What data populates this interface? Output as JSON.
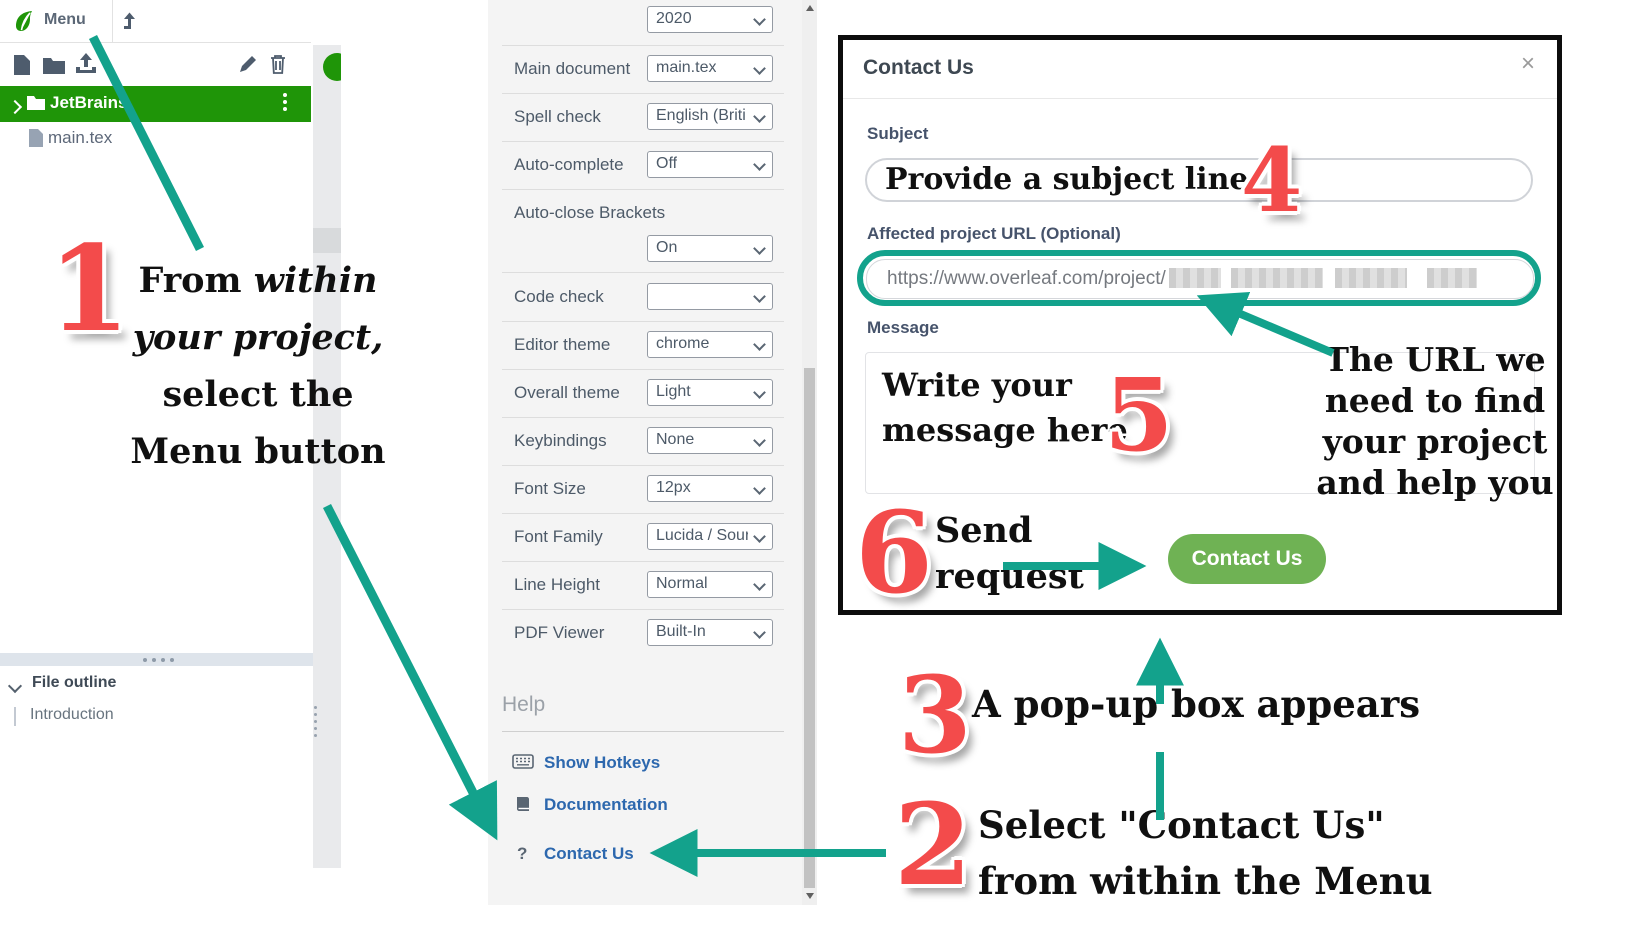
{
  "colors": {
    "accent_teal": "#13a28c",
    "accent_red": "#f34b4b",
    "overleaf_green": "#1f9508",
    "button_green": "#6fb254",
    "link_blue": "#2d68ae"
  },
  "editor": {
    "menu_label": "Menu",
    "tree": {
      "folder_label": "JetBrains",
      "file_label": "main.tex"
    },
    "outline": {
      "title": "File outline",
      "item": "Introduction"
    }
  },
  "settings": {
    "rows": [
      {
        "label": "",
        "value": "2020"
      },
      {
        "label": "Main document",
        "value": "main.tex"
      },
      {
        "label": "Spell check",
        "value": "English (Briti"
      },
      {
        "label": "Auto-complete",
        "value": "Off"
      },
      {
        "label": "Auto-close Brackets",
        "value": "On"
      },
      {
        "label": "Code check",
        "value": ""
      },
      {
        "label": "Editor theme",
        "value": "chrome"
      },
      {
        "label": "Overall theme",
        "value": "Light"
      },
      {
        "label": "Keybindings",
        "value": "None"
      },
      {
        "label": "Font Size",
        "value": "12px"
      },
      {
        "label": "Font Family",
        "value": "Lucida / Sour"
      },
      {
        "label": "Line Height",
        "value": "Normal"
      },
      {
        "label": "PDF Viewer",
        "value": "Built-In"
      }
    ],
    "help": {
      "title": "Help",
      "links": [
        {
          "icon": "keyboard-icon",
          "label": "Show Hotkeys"
        },
        {
          "icon": "book-icon",
          "label": "Documentation"
        },
        {
          "icon": "question-icon",
          "label": "Contact Us"
        }
      ],
      "question_glyph": "?"
    }
  },
  "modal": {
    "title": "Contact Us",
    "close_glyph": "×",
    "subject_label": "Subject",
    "url_label": "Affected project URL (Optional)",
    "url_value": "https://www.overleaf.com/project/",
    "message_label": "Message",
    "submit_label": "Contact Us"
  },
  "annotations": {
    "step1": {
      "num": "1",
      "line1_pre": "From ",
      "line1_italic": "within",
      "line2_italic": "your project,",
      "line3": "select the",
      "line4": "Menu button"
    },
    "step2": {
      "num": "2",
      "line1": "Select \"Contact Us\"",
      "line2": "from within the Menu"
    },
    "step3": {
      "num": "3",
      "text": "A pop-up box appears"
    },
    "step4": {
      "num": "4",
      "text": "Provide a subject line"
    },
    "step5": {
      "num": "5",
      "line1": "Write your",
      "line2": "message here"
    },
    "step6": {
      "num": "6",
      "line1": "Send",
      "line2": "request"
    },
    "url_note": {
      "line1": "The URL we",
      "line2": "need to find",
      "line3": "your project",
      "line4": "and help you"
    }
  }
}
